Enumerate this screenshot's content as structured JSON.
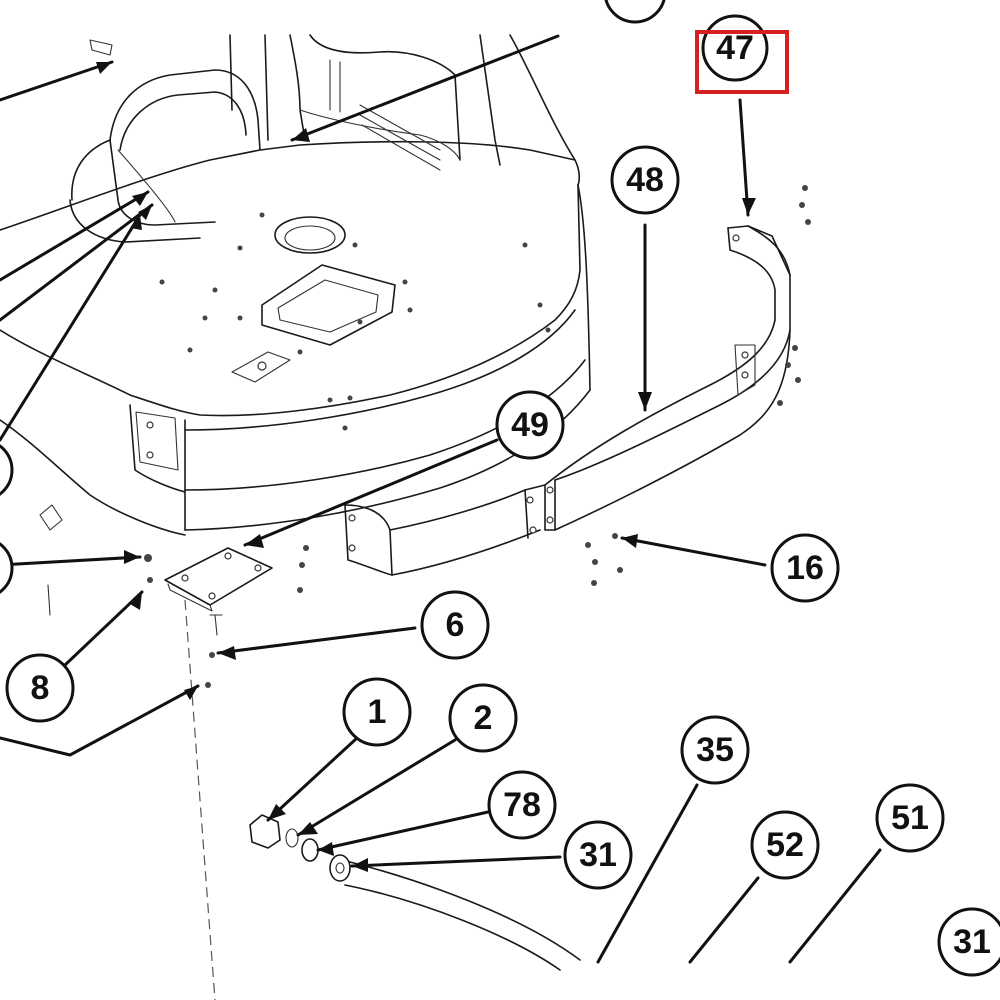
{
  "callouts": {
    "c47": "47",
    "c48": "48",
    "c49": "49",
    "c16": "16",
    "c6": "6",
    "c8": "8",
    "c1": "1",
    "c2": "2",
    "c78": "78",
    "c31a": "31",
    "c35": "35",
    "c52": "52",
    "c51": "51",
    "c31b": "31"
  },
  "colors": {
    "highlight_box": "#d42020",
    "ink": "#111111",
    "background": "#ffffff"
  }
}
